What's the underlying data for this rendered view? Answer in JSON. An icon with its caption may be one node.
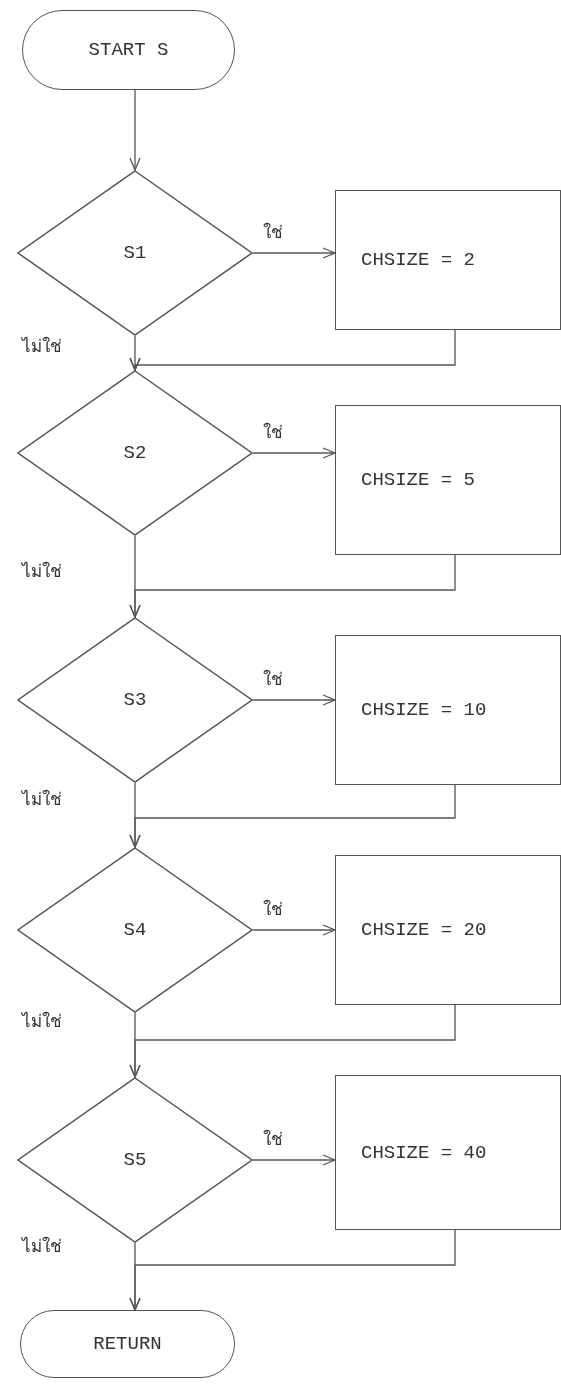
{
  "diagram": {
    "nodes": [
      {
        "text": [
          "START S"
        ]
      },
      {
        "text": [
          "S1"
        ]
      },
      {
        "text": [
          "CHSIZE = 2"
        ]
      },
      {
        "text": [
          "S2"
        ]
      },
      {
        "text": [
          "CHSIZE = 5"
        ]
      },
      {
        "text": [
          "S3"
        ]
      },
      {
        "text": [
          "CHSIZE = 10"
        ]
      },
      {
        "text": [
          "S4"
        ]
      },
      {
        "text": [
          "CHSIZE = 20"
        ]
      },
      {
        "text": [
          "S5"
        ]
      },
      {
        "text": [
          "CHSIZE = 40"
        ]
      },
      {
        "text": [
          "RETURN"
        ]
      }
    ],
    "edges": [
      {
        "from": 0,
        "to": 1,
        "arrow": "to"
      },
      {
        "from": 1,
        "to": 2,
        "arrow": "to",
        "label": "ใช่"
      },
      {
        "from": 1,
        "to": 3,
        "arrow": "to",
        "label": "ไม่ใช่"
      },
      {
        "from": 2,
        "to": 3,
        "arrow": "to"
      },
      {
        "from": 3,
        "to": 4,
        "arrow": "to",
        "label": "ใช่"
      },
      {
        "from": 3,
        "to": 5,
        "arrow": "to",
        "label": "ไม่ใช่"
      },
      {
        "from": 4,
        "to": 5,
        "arrow": "to"
      },
      {
        "from": 5,
        "to": 6,
        "arrow": "to",
        "label": "ใช่"
      },
      {
        "from": 5,
        "to": 7,
        "arrow": "to",
        "label": "ไม่ใช่"
      },
      {
        "from": 6,
        "to": 7,
        "arrow": "to"
      },
      {
        "from": 7,
        "to": 8,
        "arrow": "to",
        "label": "ใช่"
      },
      {
        "from": 7,
        "to": 9,
        "arrow": "to",
        "label": "ไม่ใช่"
      },
      {
        "from": 8,
        "to": 9,
        "arrow": "to"
      },
      {
        "from": 9,
        "to": 10,
        "arrow": "to",
        "label": "ใช่"
      },
      {
        "from": 9,
        "to": 11,
        "arrow": "to",
        "label": "ไม่ใช่"
      },
      {
        "from": 10,
        "to": 11,
        "arrow": "to"
      }
    ]
  }
}
